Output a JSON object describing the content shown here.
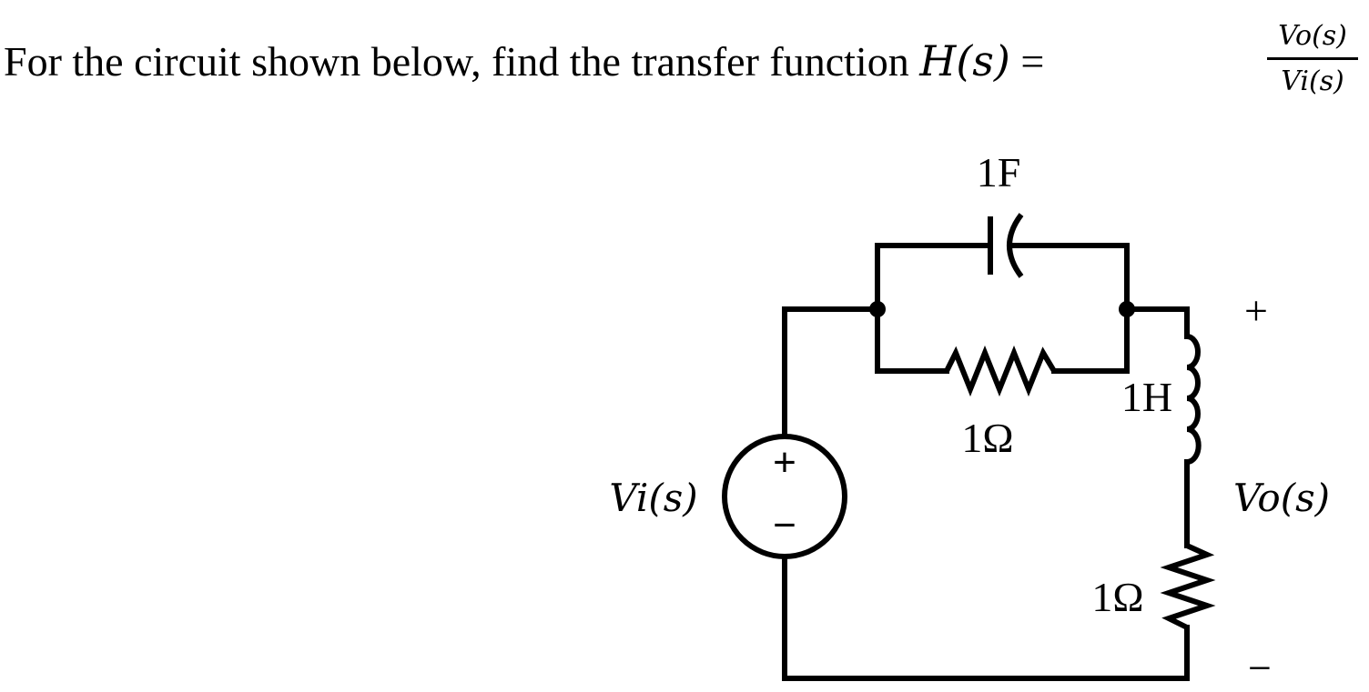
{
  "problem": {
    "prefix": "For the circuit shown below, find the transfer function ",
    "function_name": "H",
    "function_arg": "(s)",
    "equals": " = ",
    "fraction_numerator": "Vo(s)",
    "fraction_denominator": "Vi(s)"
  },
  "circuit": {
    "capacitor_label": "1F",
    "parallel_resistor_label": "1Ω",
    "inductor_label": "1H",
    "series_resistor_label": "1Ω",
    "source_label": "Vi(s)",
    "source_plus": "+",
    "source_minus": "−",
    "output_label": "Vo(s)",
    "output_plus": "+",
    "output_minus": "−"
  }
}
